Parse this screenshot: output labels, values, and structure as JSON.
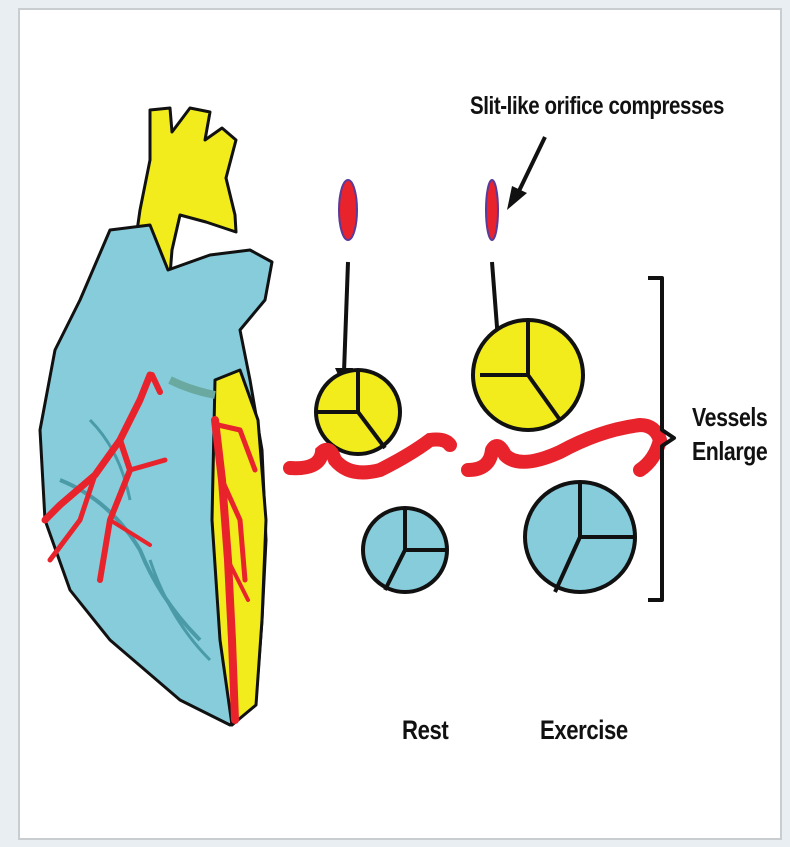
{
  "labels": {
    "callout": "Slit-like orifice compresses",
    "side_line1": "Vessels",
    "side_line2": "Enlarge",
    "rest": "Rest",
    "exercise": "Exercise"
  },
  "colors": {
    "heart_blue": "#86ccdb",
    "aorta_yellow": "#f2ec1c",
    "vessel_red": "#e8232b",
    "outline": "#111111"
  }
}
